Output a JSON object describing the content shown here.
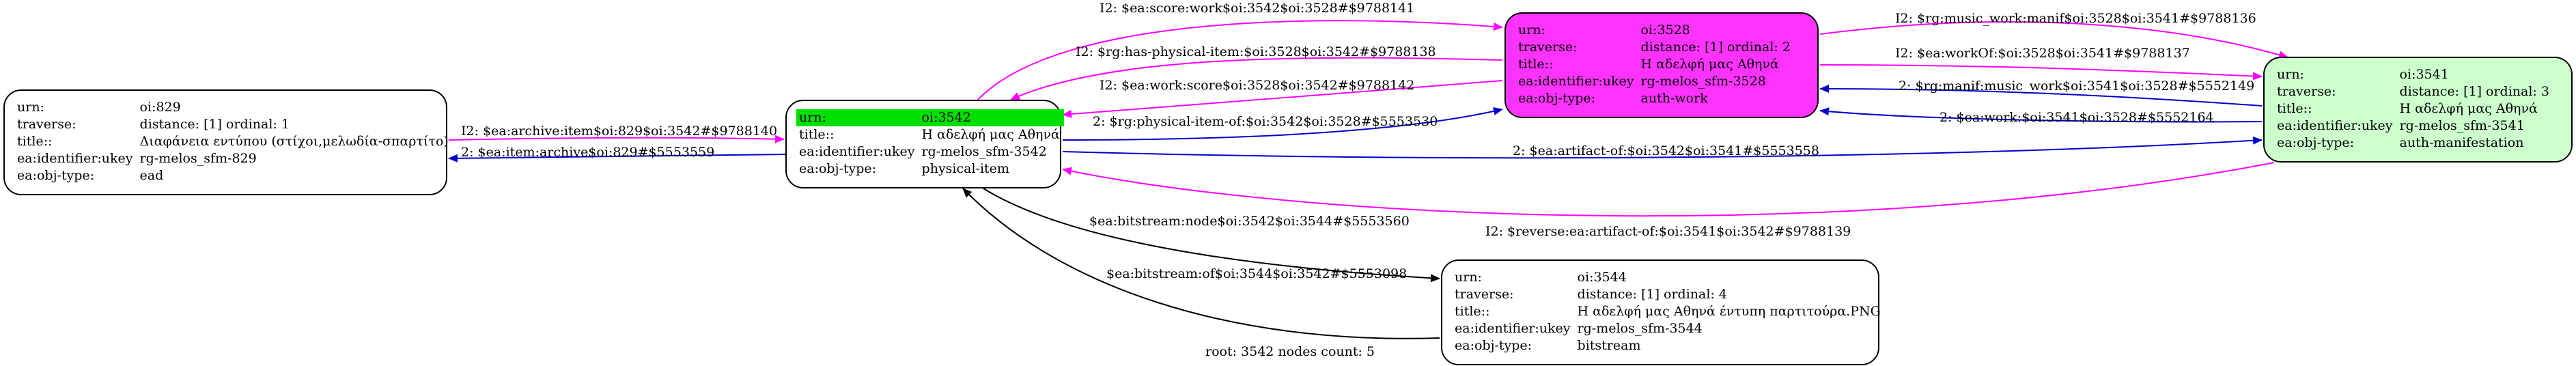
{
  "nodes": [
    {
      "id": "n829",
      "fill": "#ffffff",
      "rows": [
        {
          "k": "urn:",
          "v": "oi:829"
        },
        {
          "k": "traverse:",
          "v": "distance: [1]     ordinal: 1"
        },
        {
          "k": "title::",
          "v": "Διαφάνεια εντύπου (στίχοι,μελωδία-σπαρτίτο)"
        },
        {
          "k": "ea:identifier:ukey",
          "v": "rg-melos_sfm-829"
        },
        {
          "k": "ea:obj-type:",
          "v": "ead"
        }
      ]
    },
    {
      "id": "n3542",
      "fill": "#ffffff",
      "highlight": "#00e000",
      "rows": [
        {
          "k": "urn:",
          "v": "oi:3542"
        },
        {
          "k": "title::",
          "v": "Η αδελφή μας Αθηνά"
        },
        {
          "k": "ea:identifier:ukey",
          "v": "rg-melos_sfm-3542"
        },
        {
          "k": "ea:obj-type:",
          "v": "physical-item"
        }
      ]
    },
    {
      "id": "n3528",
      "fill": "#ff33ff",
      "rows": [
        {
          "k": "urn:",
          "v": "oi:3528"
        },
        {
          "k": "traverse:",
          "v": "distance: [1]     ordinal: 2"
        },
        {
          "k": "title::",
          "v": "Η αδελφή μας Αθηνά"
        },
        {
          "k": "ea:identifier:ukey",
          "v": "rg-melos_sfm-3528"
        },
        {
          "k": "ea:obj-type:",
          "v": "auth-work"
        }
      ]
    },
    {
      "id": "n3541",
      "fill": "#ccffcc",
      "rows": [
        {
          "k": "urn:",
          "v": "oi:3541"
        },
        {
          "k": "traverse:",
          "v": "distance: [1]     ordinal: 3"
        },
        {
          "k": "title::",
          "v": "Η αδελφή μας Αθηνά"
        },
        {
          "k": "ea:identifier:ukey",
          "v": "rg-melos_sfm-3541"
        },
        {
          "k": "ea:obj-type:",
          "v": "auth-manifestation"
        }
      ]
    },
    {
      "id": "n3544",
      "fill": "#ffffff",
      "rows": [
        {
          "k": "urn:",
          "v": "oi:3544"
        },
        {
          "k": "traverse:",
          "v": "distance: [1]     ordinal: 4"
        },
        {
          "k": "title::",
          "v": "Η αδελφή μας Αθηνά έντυπη παρτιτούρα.PNG"
        },
        {
          "k": "ea:identifier:ukey",
          "v": "rg-melos_sfm-3544"
        },
        {
          "k": "ea:obj-type:",
          "v": "bitstream"
        }
      ]
    }
  ],
  "edges": [
    {
      "id": "e1",
      "color": "#ff00ff",
      "label": "I2: $ea:score:work$oi:3542$oi:3528#$9788141"
    },
    {
      "id": "e2",
      "color": "#ff00ff",
      "label": "I2: $rg:has-physical-item:$oi:3528$oi:3542#$9788138"
    },
    {
      "id": "e3",
      "color": "#ff00ff",
      "label": "I2: $ea:work:score$oi:3528$oi:3542#$9788142"
    },
    {
      "id": "e4",
      "color": "#0000cc",
      "label": "2: $rg:physical-item-of:$oi:3542$oi:3528#$5553530"
    },
    {
      "id": "e5",
      "color": "#ff00ff",
      "label": "I2: $rg:music_work:manif$oi:3528$oi:3541#$9788136"
    },
    {
      "id": "e6",
      "color": "#ff00ff",
      "label": "I2: $ea:workOf:$oi:3528$oi:3541#$9788137"
    },
    {
      "id": "e7",
      "color": "#0000cc",
      "label": "2: $rg:manif:music_work$oi:3541$oi:3528#$5552149"
    },
    {
      "id": "e8",
      "color": "#0000cc",
      "label": "2: $ea:work:$oi:3541$oi:3528#$5552164"
    },
    {
      "id": "e9",
      "color": "#0000cc",
      "label": "2: $ea:artifact-of:$oi:3542$oi:3541#$5553558"
    },
    {
      "id": "e10",
      "color": "#ff00ff",
      "label": "I2: $reverse:ea:artifact-of:$oi:3541$oi:3542#$9788139"
    },
    {
      "id": "e11",
      "color": "#ff00ff",
      "label": "I2: $ea:archive:item$oi:829$oi:3542#$9788140"
    },
    {
      "id": "e12",
      "color": "#0000cc",
      "label": "2: $ea:item:archive$oi:829#$5553559"
    },
    {
      "id": "e13",
      "color": "#000000",
      "label": "$ea:bitstream:node$oi:3542$oi:3544#$5553560"
    },
    {
      "id": "e14",
      "color": "#000000",
      "label": "$ea:bitstream:of$oi:3544$oi:3542#$5553098"
    }
  ],
  "footer": "root: 3542 nodes count: 5"
}
